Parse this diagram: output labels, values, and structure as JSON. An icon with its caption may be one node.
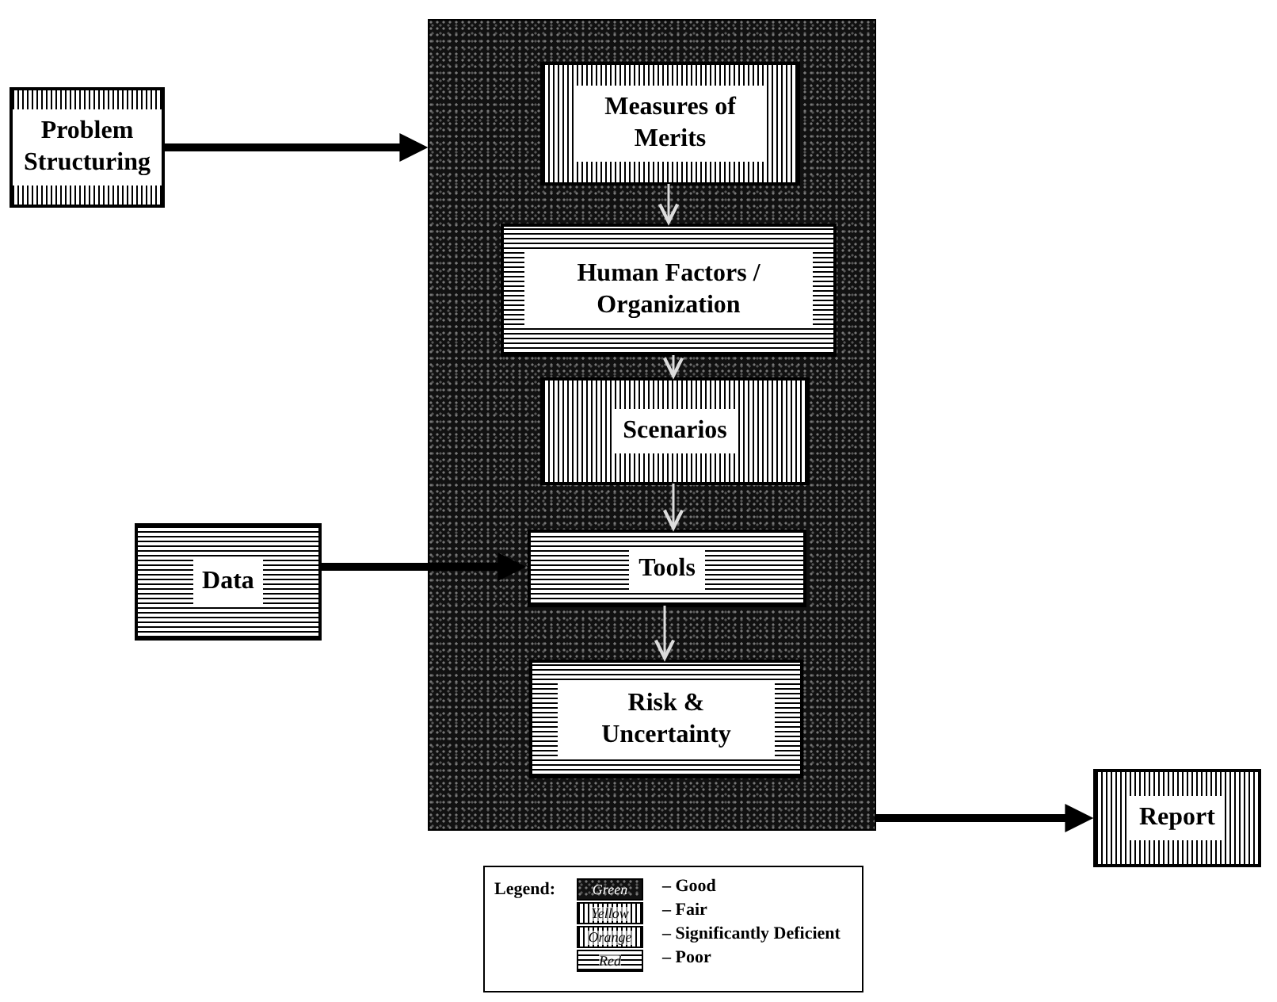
{
  "diagram": {
    "nodes": [
      {
        "text": [
          "Problem Structuring"
        ]
      },
      {
        "text": [],
        "shape": "box"
      },
      {
        "text": [
          "Measures of Merits"
        ],
        "in": 1
      },
      {
        "text": [
          "Human Factors / Organization"
        ],
        "in": 1
      },
      {
        "text": [
          "Scenarios"
        ],
        "in": 1
      },
      {
        "text": [
          "Tools"
        ],
        "in": 1
      },
      {
        "text": [
          "Risk & Uncertainty"
        ],
        "in": 1
      },
      {
        "text": [
          "Data"
        ]
      },
      {
        "text": [
          "Report"
        ]
      }
    ],
    "edges": [
      {
        "from": 0,
        "to": 1,
        "arrow": "to",
        "style": "thick",
        "color": "#000000"
      },
      {
        "from": 2,
        "to": 3,
        "arrow": "to"
      },
      {
        "from": 3,
        "to": 4,
        "arrow": "to"
      },
      {
        "from": 4,
        "to": 5,
        "arrow": "to"
      },
      {
        "from": 5,
        "to": 6,
        "arrow": "to"
      },
      {
        "from": 7,
        "to": 5,
        "arrow": "to",
        "style": "thick",
        "color": "#000000"
      },
      {
        "from": 1,
        "to": 8,
        "arrow": "to",
        "style": "thick",
        "color": "#000000"
      }
    ],
    "labels": [
      "Legend:",
      "Green",
      "Yellow",
      "Orange",
      "Red"
    ],
    "legend": [
      {
        "text": "– Good"
      },
      {
        "text": "– Fair"
      },
      {
        "text": "– Significantly Deficient"
      },
      {
        "text": "– Poor"
      }
    ]
  }
}
